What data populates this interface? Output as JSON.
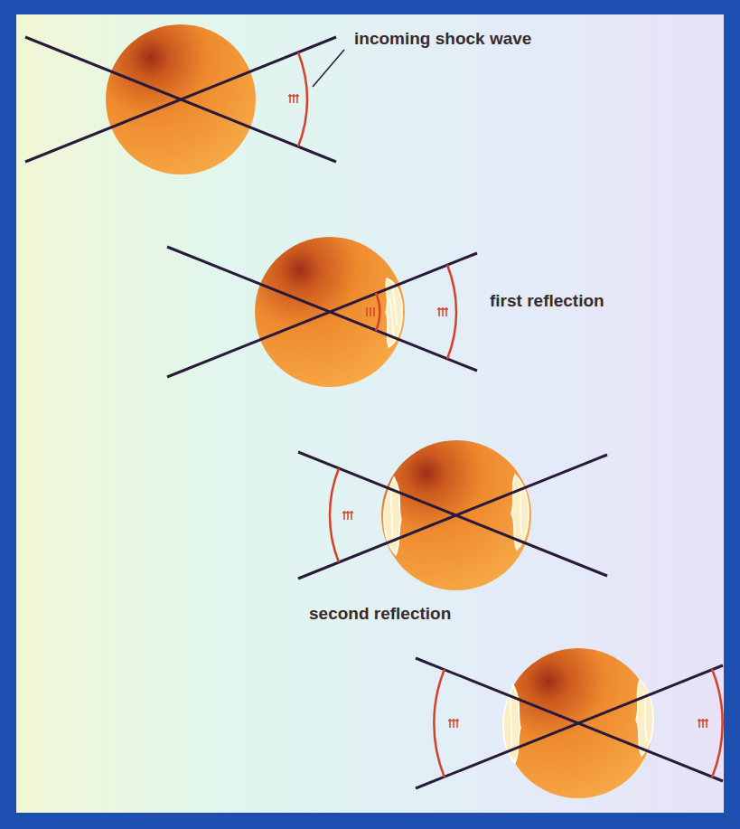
{
  "diagram": {
    "labels": [
      "incoming shock wave",
      "first reflection",
      "second reflection"
    ]
  }
}
